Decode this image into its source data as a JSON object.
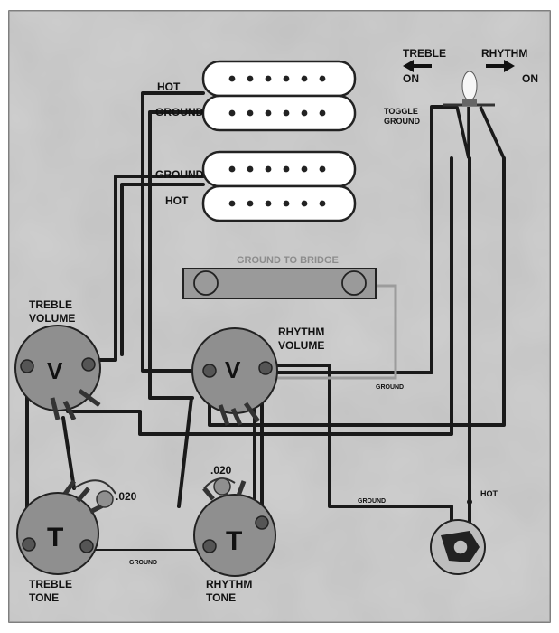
{
  "labels": {
    "treble_on_top": "TREBLE",
    "treble_on_bottom": "ON",
    "rhythm_on_top": "RHYTHM",
    "rhythm_on_bottom": "ON",
    "toggle_ground_1": "TOGGLE",
    "toggle_ground_2": "GROUND",
    "neck_hot": "HOT",
    "neck_ground": "GROUND",
    "bridge_ground": "GROUND",
    "bridge_hot": "HOT",
    "ground_to_bridge": "GROUND TO BRIDGE",
    "treble_volume_1": "TREBLE",
    "treble_volume_2": "VOLUME",
    "rhythm_volume_1": "RHYTHM",
    "rhythm_volume_2": "VOLUME",
    "treble_tone_1": "TREBLE",
    "treble_tone_2": "TONE",
    "rhythm_tone_1": "RHYTHM",
    "rhythm_tone_2": "TONE",
    "ground_vol": "GROUND",
    "ground_tone": "GROUND",
    "ground_jack": "GROUND",
    "hot_jack": "HOT",
    "cap_treble": ".020",
    "cap_rhythm": ".020",
    "pot_v_left": "V",
    "pot_v_right": "V",
    "pot_t_left": "T",
    "pot_t_right": "T"
  },
  "colors": {
    "background": "#c9c9c9",
    "pot_fill": "#8f8f8f",
    "pickup_fill": "#ffffff",
    "wire": "#1a1a1a",
    "ground_wire": "#9c9c9c"
  },
  "icons": {
    "arrow_left": "arrow-left-icon",
    "arrow_right": "arrow-right-icon",
    "toggle_switch": "toggle-switch-icon",
    "output_jack": "output-jack-icon"
  }
}
